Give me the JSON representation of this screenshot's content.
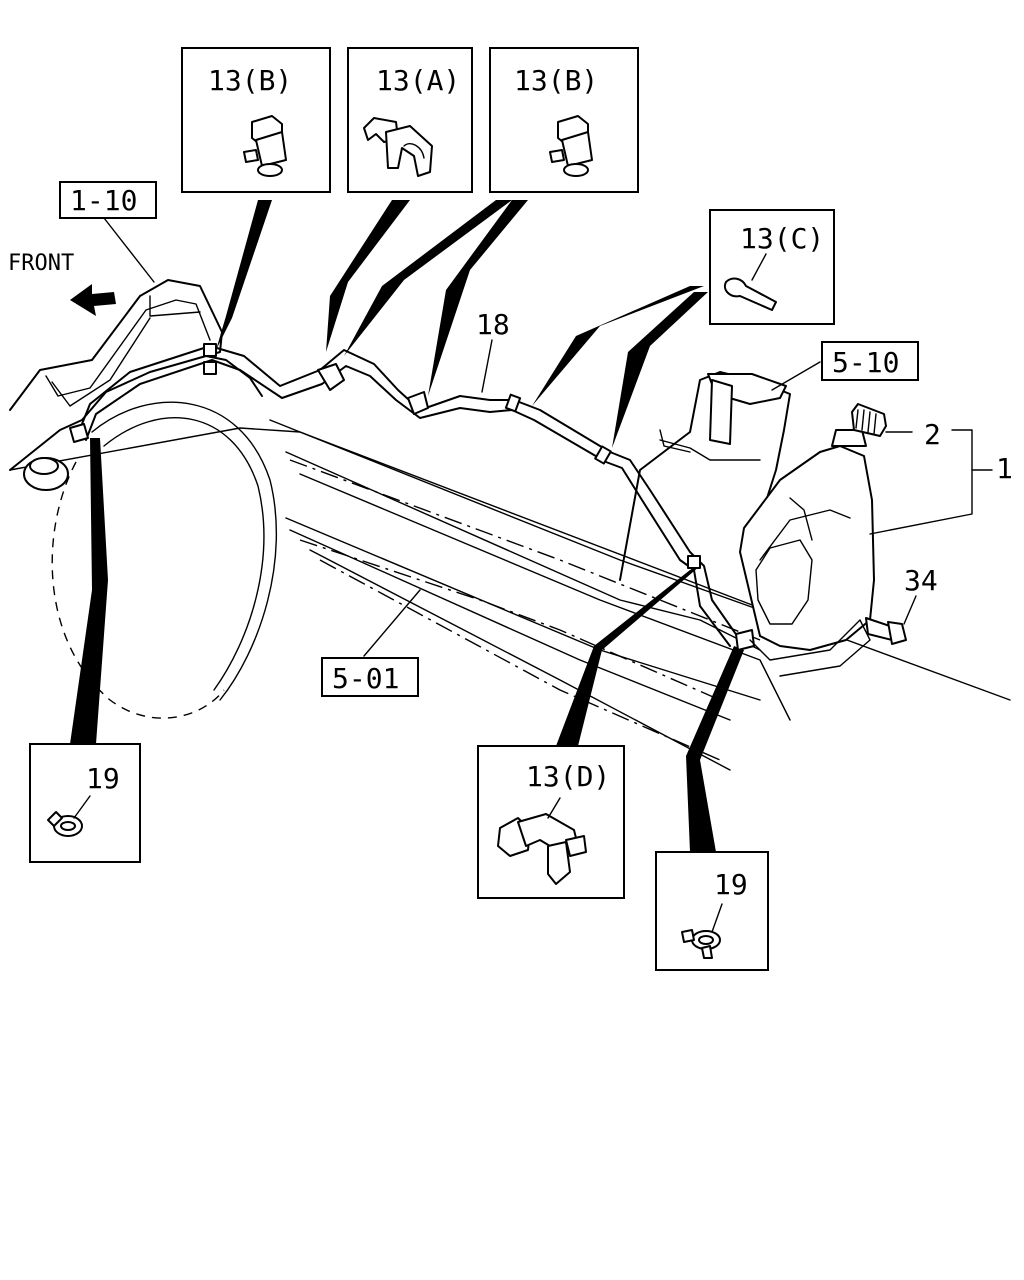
{
  "diagram": {
    "direction_label": "FRONT",
    "ref_labels": {
      "engine": "1-10",
      "floor": "5-01",
      "bracket": "5-10"
    },
    "part_numbers": {
      "tank_assembly": "1",
      "cap": "2",
      "bolt": "34",
      "hose": "18"
    },
    "detail_boxes": {
      "clip_b_left": "13(B)",
      "clip_a": "13(A)",
      "clip_b_right": "13(B)",
      "clip_c": "13(C)",
      "clip_d": "13(D)",
      "clamp_left": "19",
      "clamp_right": "19"
    }
  }
}
